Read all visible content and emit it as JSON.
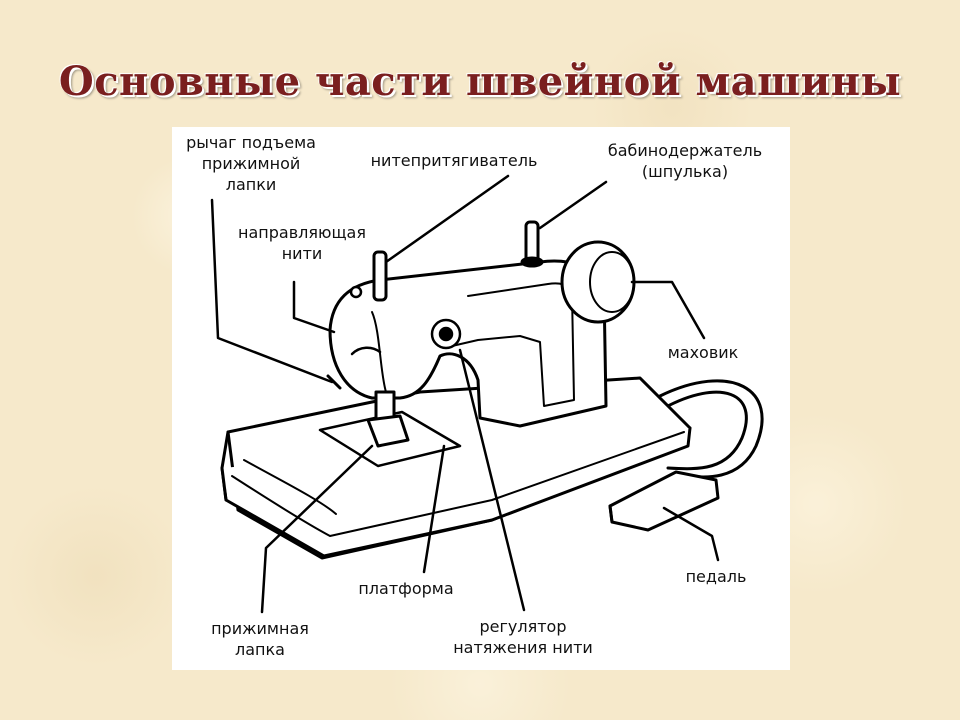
{
  "title": "Основные части швейной машины",
  "labels": {
    "lever_line1": "рычаг подъема",
    "lever_line2": "прижимной",
    "lever_line3": "лапки",
    "guide_line1": "направляющая",
    "guide_line2": "нити",
    "takeup": "нитепритягиватель",
    "spool_line1": "бабинодержатель",
    "spool_line2": "(шпулька)",
    "flywheel": "маховик",
    "pedal": "педаль",
    "platform": "платформа",
    "tension_line1": "регулятор",
    "tension_line2": "натяжения нити",
    "foot_line1": "прижимная",
    "foot_line2": "лапка"
  }
}
